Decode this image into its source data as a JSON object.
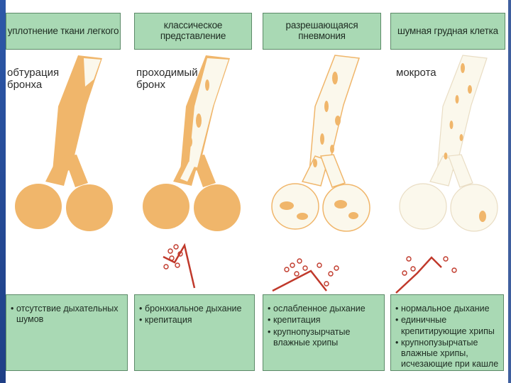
{
  "headers": [
    "уплотнение ткани легкого",
    "классическое представление",
    "разрешающаяся пневмония",
    "шумная грудная клетка"
  ],
  "labels": [
    "обтурация\nбронха",
    "проходимый\nбронх",
    "",
    "мокрота"
  ],
  "findings": [
    [
      "отсутствие дыхательных шумов"
    ],
    [
      "бронхиальное дыхание",
      "крепитация"
    ],
    [
      "ослабленное дыхание",
      "крепитация",
      "крупнопузырчатые влажные хрипы"
    ],
    [
      "нормальное дыхание",
      "единичные крепитирующие хрипы",
      "крупнопузырчатые влажные хрипы, исчезающие при кашле"
    ]
  ],
  "colors": {
    "header_fill": "#a9d9b4",
    "consolidation": "#f0b66b",
    "airway": "#fbf8ec",
    "crackle_line": "#c0392b",
    "slide_stripe": "#2d58a8"
  },
  "icons": [
    "airway-consolidated",
    "airway-patent",
    "airway-resolving",
    "airway-sputum",
    "crackle-waveform"
  ]
}
